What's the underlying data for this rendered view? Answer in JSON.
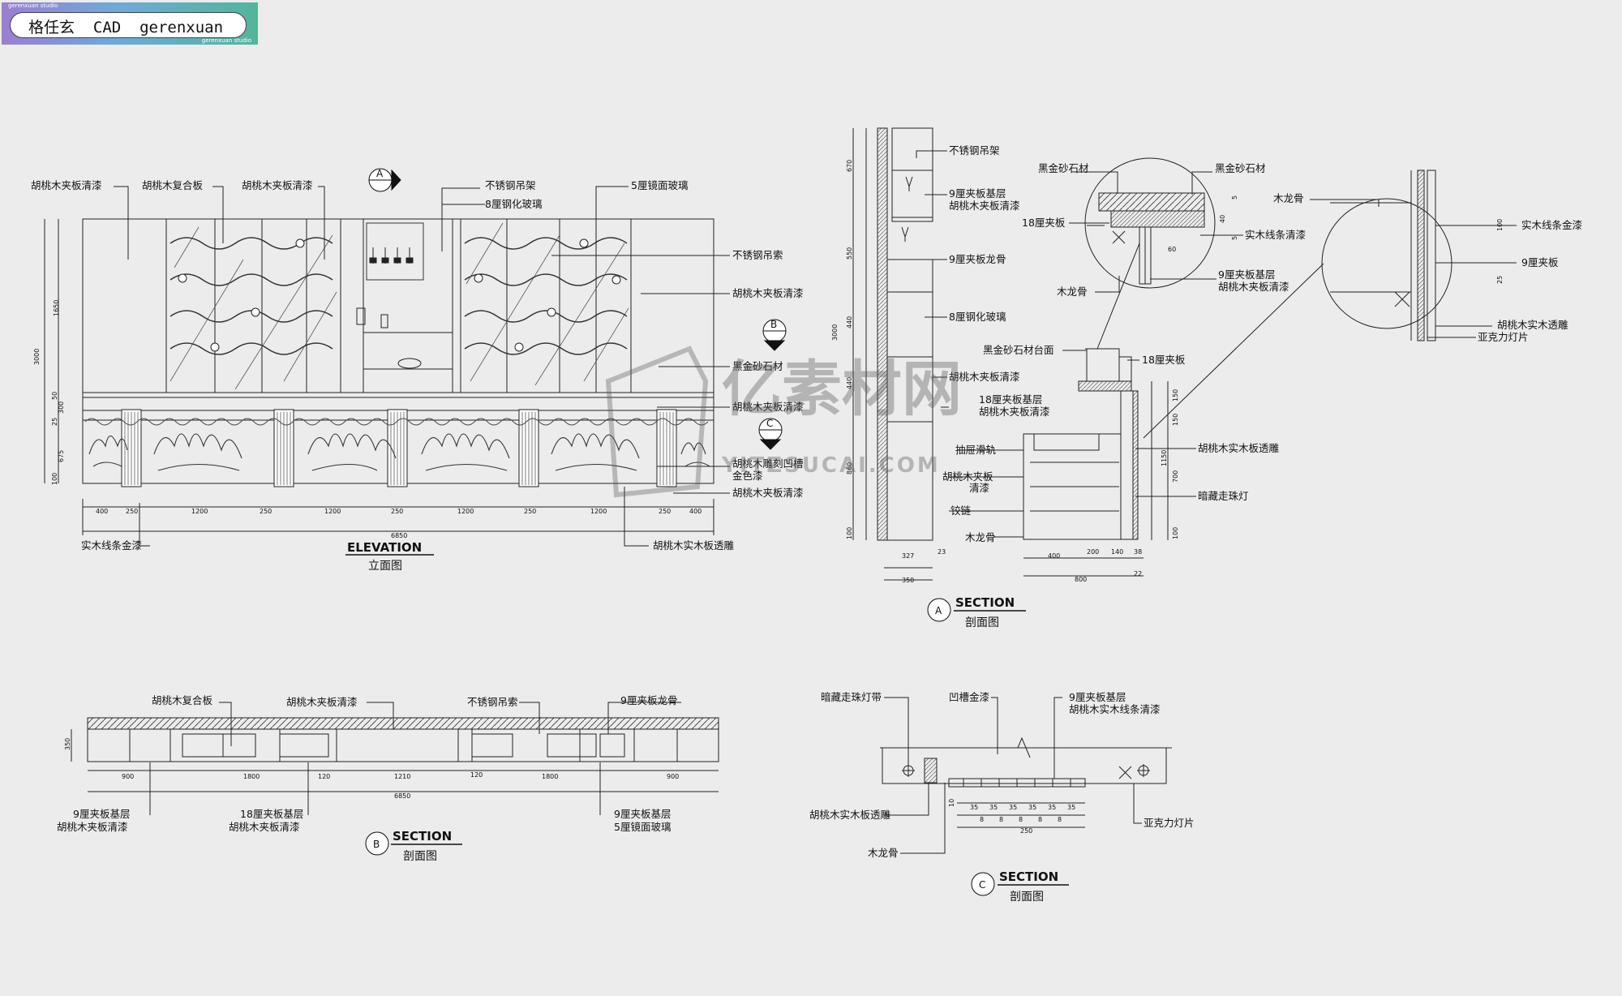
{
  "header": {
    "title": "格任玄  CAD  gerenxuan",
    "tag": "gerenxuan studio"
  },
  "elevation": {
    "caption_en": "ELEVATION",
    "caption_cn": "立面图",
    "labels": {
      "l1": "胡桃木夹板清漆",
      "l2": "胡桃木复合板",
      "l3": "胡桃木夹板清漆",
      "l4": "不锈钢吊架",
      "l5": "8厘钢化玻璃",
      "l6": "5厘镜面玻璃",
      "l7": "不锈钢吊索",
      "l8": "胡桃木夹板清漆",
      "l9": "黑金砂石材",
      "l10": "胡桃木夹板清漆",
      "l11": "胡桃木雕刻凹槽",
      "l12": "金色漆",
      "l13": "胡桃木夹板清漆",
      "l14": "胡桃木实木板透雕",
      "l15": "实木线条金漆"
    },
    "marker_a": "A",
    "marker_b": "B",
    "marker_c": "C",
    "dims_bottom": [
      "400",
      "250",
      "1200",
      "250",
      "1200",
      "250",
      "1200",
      "250",
      "1200",
      "250",
      "400"
    ],
    "dim_total": "6850",
    "dims_left": [
      "1650",
      "3000",
      "50",
      "300",
      "25",
      "675",
      "100"
    ]
  },
  "section_a": {
    "caption_en": "SECTION",
    "caption_cn": "剖面图",
    "marker": "A",
    "labels": {
      "a1": "不锈钢吊架",
      "a2": "9厘夹板基层",
      "a3": "胡桃木夹板清漆",
      "a4": "9厘夹板龙骨",
      "a5": "8厘钢化玻璃",
      "a6": "黑金砂石材台面",
      "a7": "18厘夹板",
      "a8": "胡桃木夹板清漆",
      "a9": "18厘夹板基层",
      "a10": "胡桃木夹板清漆",
      "a11": "抽屉滑轨",
      "a12": "胡桃木夹板",
      "a13": "清漆",
      "a14": "铰链",
      "a15": "木龙骨",
      "a16": "胡桃木实木板透雕",
      "a17": "暗藏走珠灯"
    },
    "dims": [
      "670",
      "550",
      "3000",
      "440",
      "440",
      "860",
      "100",
      "327",
      "23",
      "350",
      "400",
      "200",
      "140",
      "38",
      "800",
      "22",
      "150",
      "150",
      "1150",
      "700",
      "100"
    ]
  },
  "detail_1": {
    "labels": {
      "d1": "黑金砂石材",
      "d2": "黑金砂石材",
      "d3": "18厘夹板",
      "d4": "实木线条清漆",
      "d5": "9厘夹板基层",
      "d6": "胡桃木夹板清漆",
      "d7": "木龙骨"
    },
    "dims": [
      "5",
      "40",
      "5",
      "60"
    ]
  },
  "detail_2": {
    "labels": {
      "e1": "木龙骨",
      "e2": "实木线条金漆",
      "e3": "9厘夹板",
      "e4": "胡桃木实木透雕",
      "e5": "亚克力灯片"
    },
    "dims": [
      "100",
      "25"
    ]
  },
  "section_b": {
    "caption_en": "SECTION",
    "caption_cn": "剖面图",
    "marker": "B",
    "labels": {
      "b1": "胡桃木复合板",
      "b2": "胡桃木夹板清漆",
      "b3": "不锈钢吊索",
      "b4": "9厘夹板龙骨",
      "b5": "9厘夹板基层",
      "b6": "胡桃木夹板清漆",
      "b7": "18厘夹板基层",
      "b8": "胡桃木夹板清漆",
      "b9": "9厘夹板基层",
      "b10": "5厘镜面玻璃"
    },
    "dims": [
      "350",
      "900",
      "1800",
      "120",
      "1210",
      "120",
      "1800",
      "900",
      "6850"
    ]
  },
  "section_c": {
    "caption_en": "SECTION",
    "caption_cn": "剖面图",
    "marker": "C",
    "labels": {
      "c1": "暗藏走珠灯带",
      "c2": "凹槽金漆",
      "c3": "9厘夹板基层",
      "c4": "胡桃木实木线条清漆",
      "c5": "胡桃木实木板透雕",
      "c6": "木龙骨",
      "c7": "亚克力灯片"
    },
    "dims": [
      "35",
      "35",
      "35",
      "35",
      "35",
      "35",
      "8",
      "8",
      "8",
      "8",
      "8",
      "250",
      "10"
    ]
  },
  "watermark": {
    "text": "亿素材网",
    "url": "YITZSUCAI.COM"
  }
}
